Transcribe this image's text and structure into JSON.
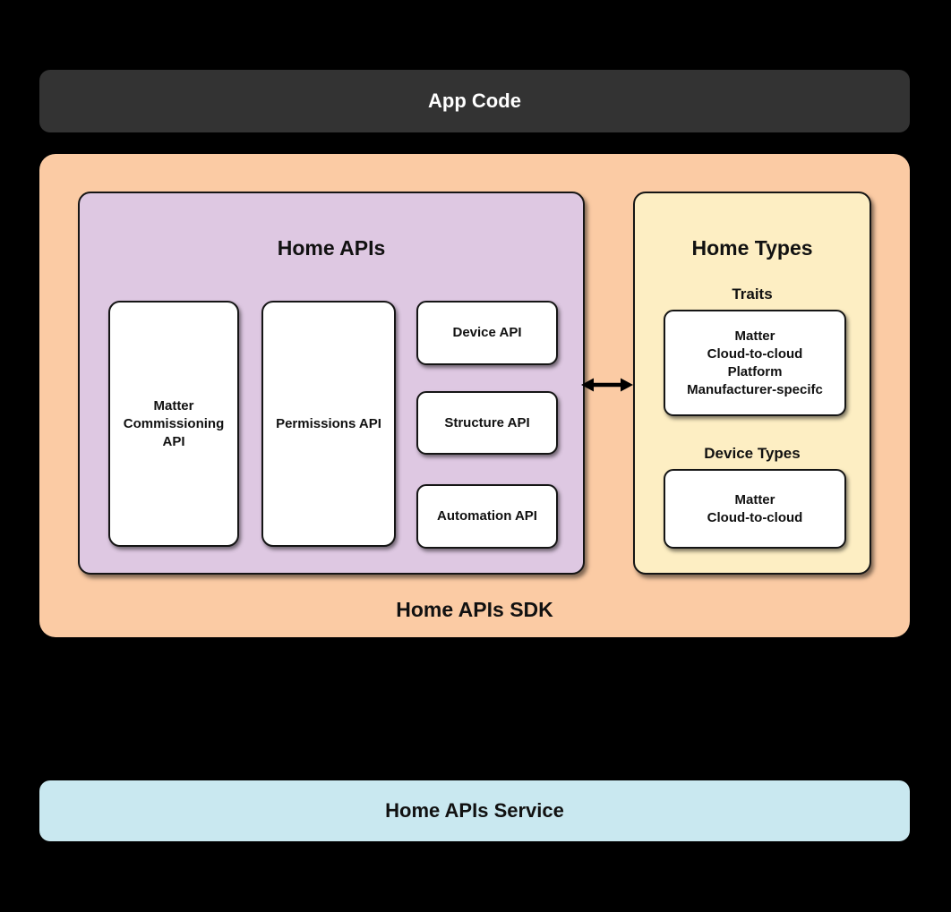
{
  "app_code": {
    "label": "App Code"
  },
  "sdk": {
    "label": "Home APIs SDK",
    "home_apis": {
      "title": "Home APIs",
      "boxes": {
        "matter_commissioning": "Matter\nCommissioning\nAPI",
        "permissions": "Permissions API",
        "device": "Device API",
        "structure": "Structure API",
        "automation": "Automation API"
      }
    },
    "home_types": {
      "title": "Home Types",
      "traits_heading": "Traits",
      "traits": "Matter\nCloud-to-cloud\nPlatform\nManufacturer-specifc",
      "device_types_heading": "Device Types",
      "device_types": "Matter\nCloud-to-cloud"
    }
  },
  "service": {
    "label": "Home APIs Service"
  },
  "icons": {
    "sdk_types_link": "bidirectional-arrow"
  },
  "colors": {
    "background": "#000000",
    "app_code_bg": "#333333",
    "sdk_bg": "#FBCBA4",
    "home_apis_bg": "#DEC8E2",
    "home_types_bg": "#FDEEC3",
    "service_bg": "#C9E8F0",
    "node_bg": "#FFFFFF",
    "text": "#111111"
  }
}
